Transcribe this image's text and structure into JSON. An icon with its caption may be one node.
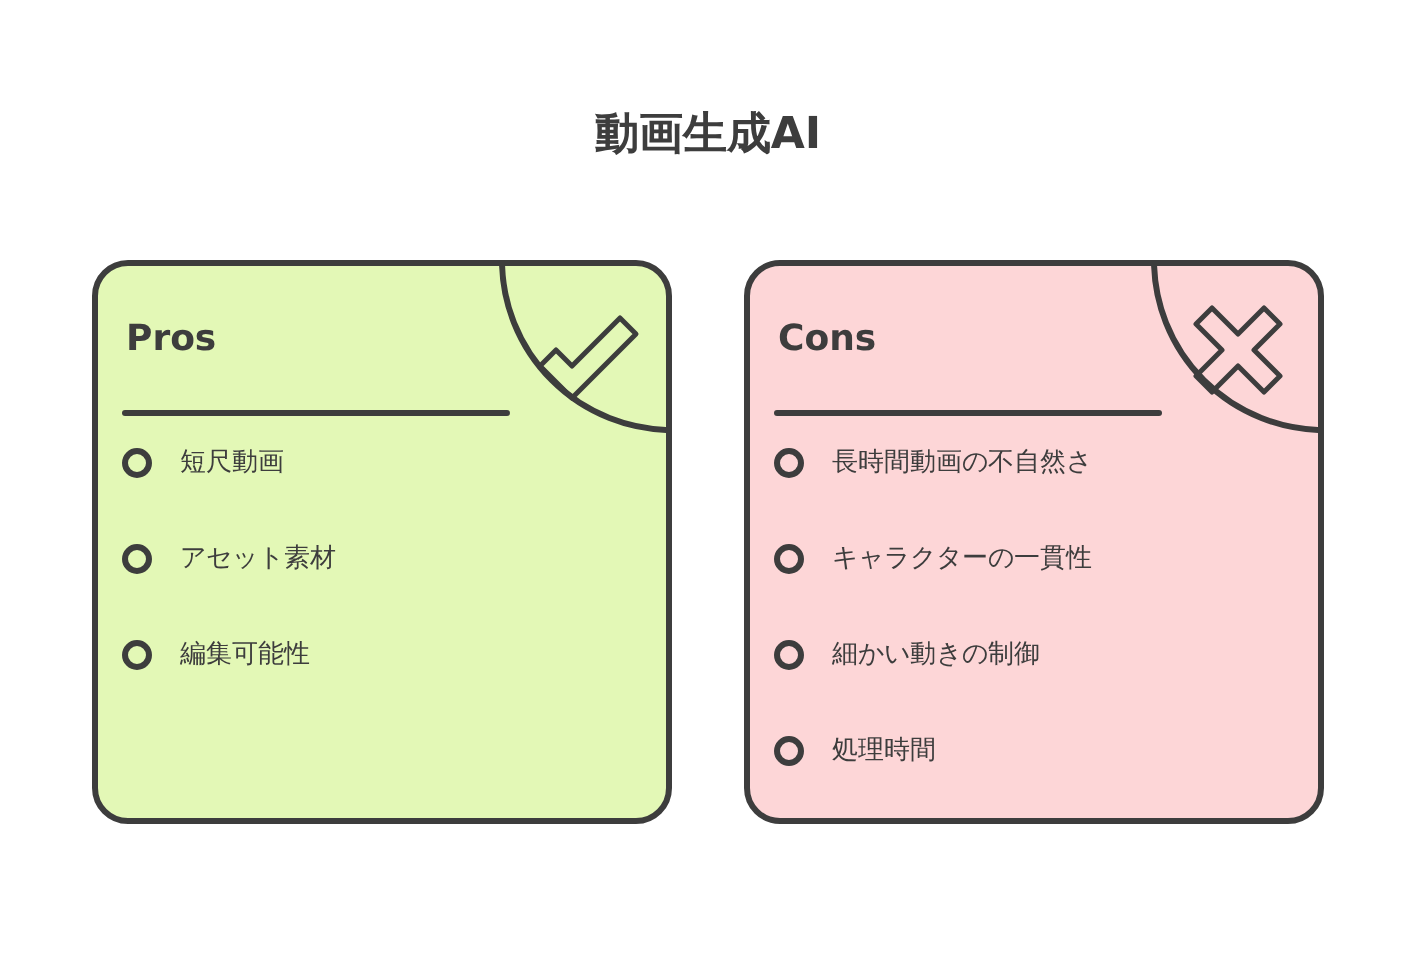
{
  "diagram": {
    "title": "動画生成AI",
    "nodes": [
      {
        "text": [
          "Pros",
          "短尺動画",
          "アセット素材",
          "編集可能性"
        ]
      },
      {
        "text": [
          "Cons",
          "長時間動画の不自然さ",
          "キャラクターの一貫性",
          "細かい動きの制御",
          "処理時間"
        ]
      }
    ]
  }
}
